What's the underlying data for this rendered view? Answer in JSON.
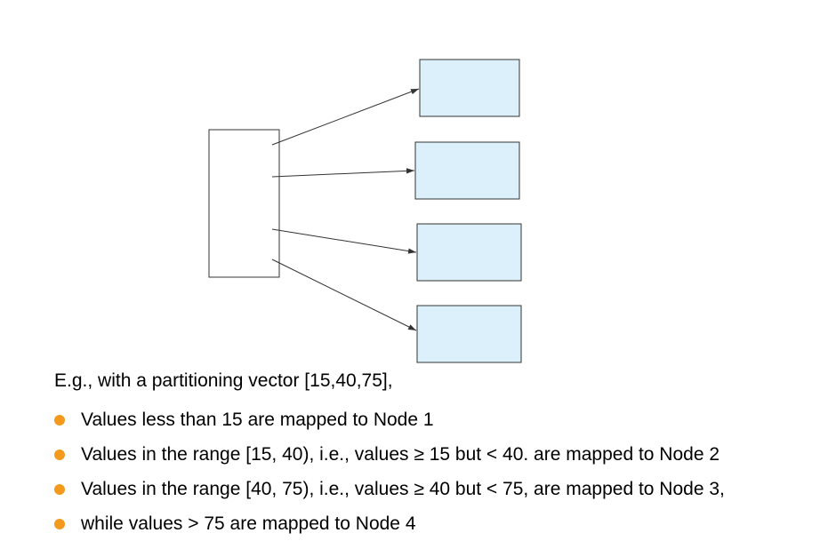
{
  "colors": {
    "box_fill": "#dbf0fa",
    "box_stroke": "#333333",
    "arrow_stroke": "#333333",
    "bullet": "#f39a1e"
  },
  "intro": "E.g., with a partitioning vector [15,40,75],",
  "bullets": [
    "Values less than 15 are mapped to Node 1",
    "Values in the range [15, 40), i.e., values ≥ 15 but < 40. are mapped to Node 2",
    "Values in the range [40, 75), i.e., values ≥ 40 but < 75, are mapped to Node 3,",
    "while values > 75 are mapped to Node 4"
  ]
}
